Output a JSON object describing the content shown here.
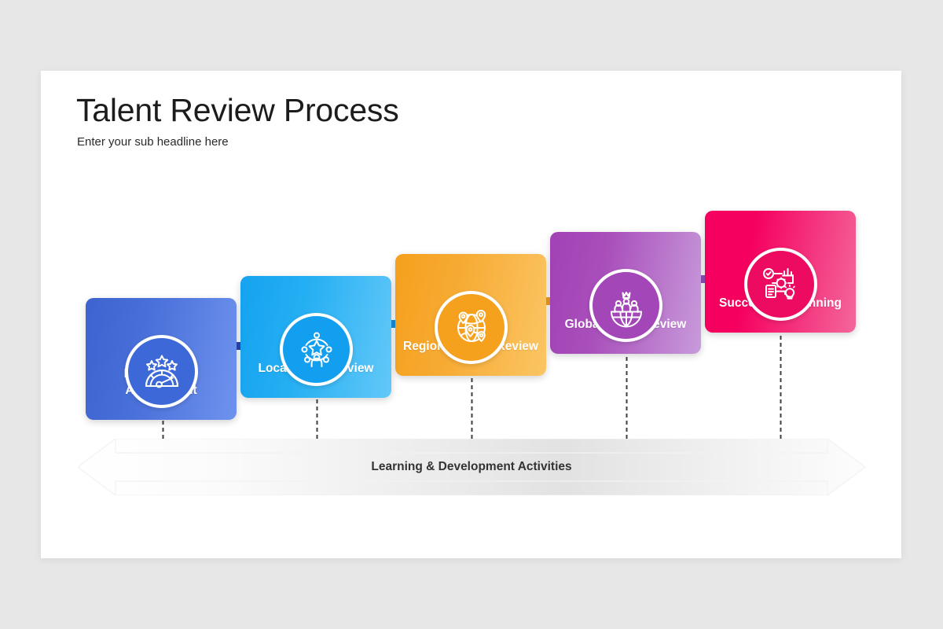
{
  "slide": {
    "title": "Talent Review Process",
    "subtitle": "Enter your sub headline here",
    "background_color": "#e8e7e8",
    "surface_color": "#ffffff"
  },
  "process": {
    "bottom_bar_label": "Learning & Development Activities",
    "bottom_bar_color_start": "#fdfdfd",
    "bottom_bar_color_end": "#dedede",
    "steps": [
      {
        "index": 1,
        "label": "Performance Assessment",
        "icon": "gauge-stars-icon",
        "color_start": "#3c63cf",
        "color_end": "#6e93ee",
        "bubble_color": "#3d68d8",
        "connector_color": "#2f48b8"
      },
      {
        "index": 2,
        "label": "Local Talent Review",
        "icon": "talent-network-star-icon",
        "color_start": "#15a3f0",
        "color_end": "#63c8f8",
        "bubble_color": "#139ff0",
        "connector_color": "#1592e0"
      },
      {
        "index": 3,
        "label": "Regional Talent Review",
        "icon": "globe-pins-icon",
        "color_start": "#f5a01d",
        "color_end": "#fbc564",
        "bubble_color": "#f5a11e",
        "connector_color": "#f0a01e"
      },
      {
        "index": 4,
        "label": "Global Talent Review",
        "icon": "people-globe-crown-icon",
        "color_start": "#a241b5",
        "color_end": "#c89bdb",
        "bubble_color": "#a347b8",
        "connector_color": "#8d55b8"
      },
      {
        "index": 5,
        "label": "Succession Planning",
        "icon": "strategy-plan-icon",
        "color_start": "#f5005e",
        "color_end": "#f4679c",
        "bubble_color": "#ec0b61",
        "connector_color": "#ec0b61"
      }
    ]
  }
}
